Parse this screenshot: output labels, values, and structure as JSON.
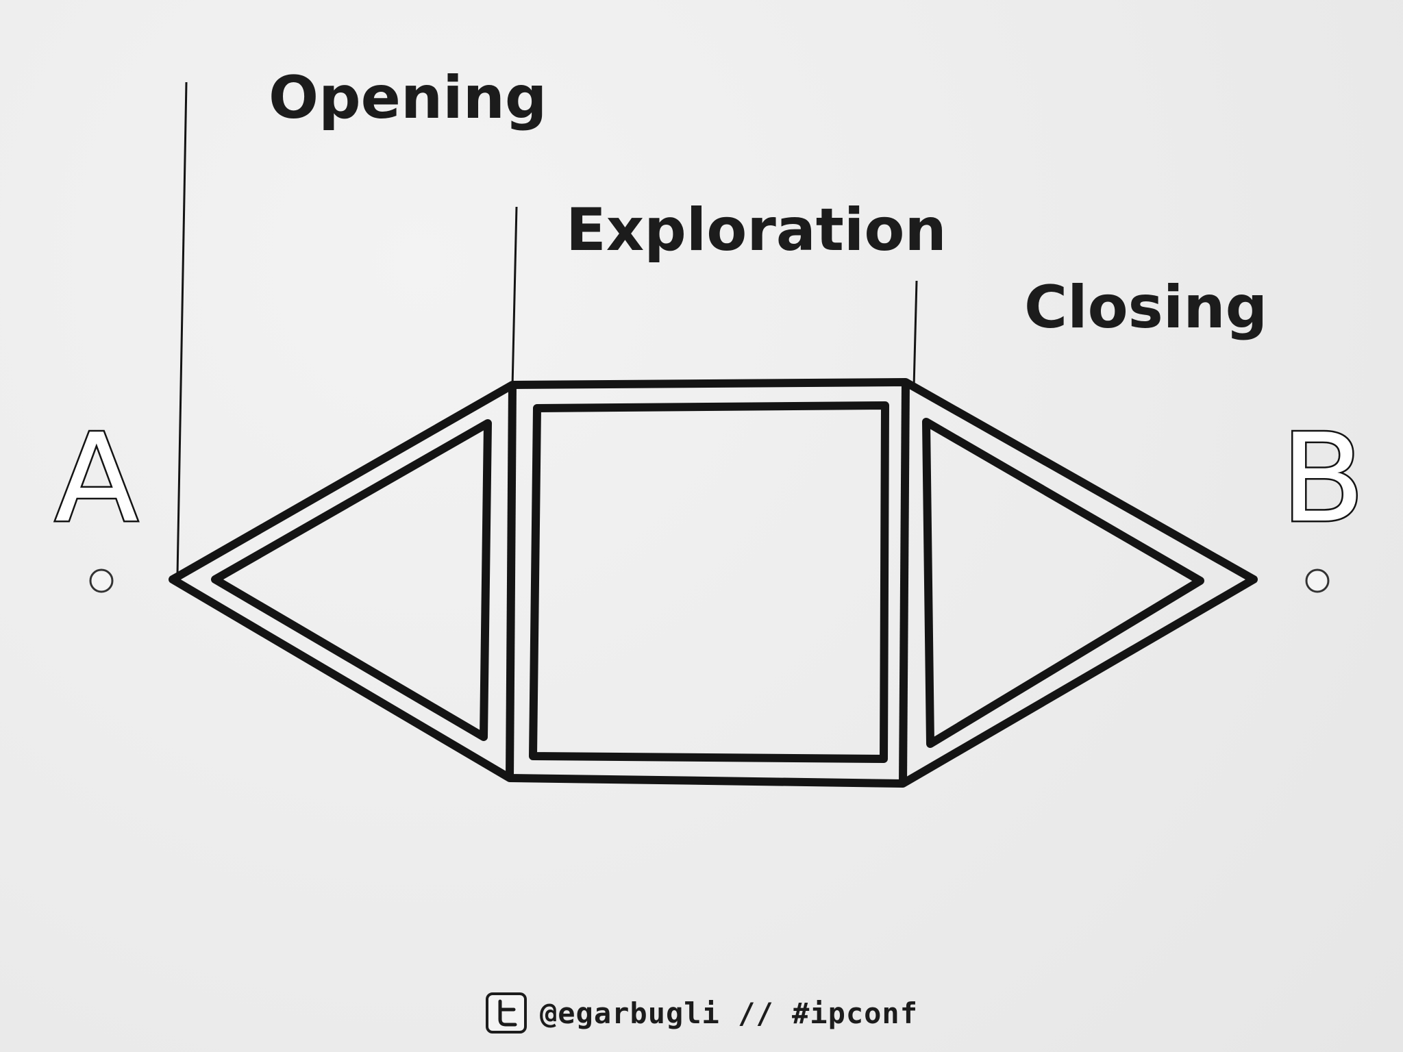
{
  "labels": {
    "opening": "Opening",
    "exploration": "Exploration",
    "closing": "Closing"
  },
  "endpoints": {
    "start": "A",
    "end": "B"
  },
  "footer": {
    "icon": "twitter-icon",
    "text": "@egarbugli // #ipconf"
  },
  "colors": {
    "ink": "#141414",
    "background": "#ececec"
  }
}
